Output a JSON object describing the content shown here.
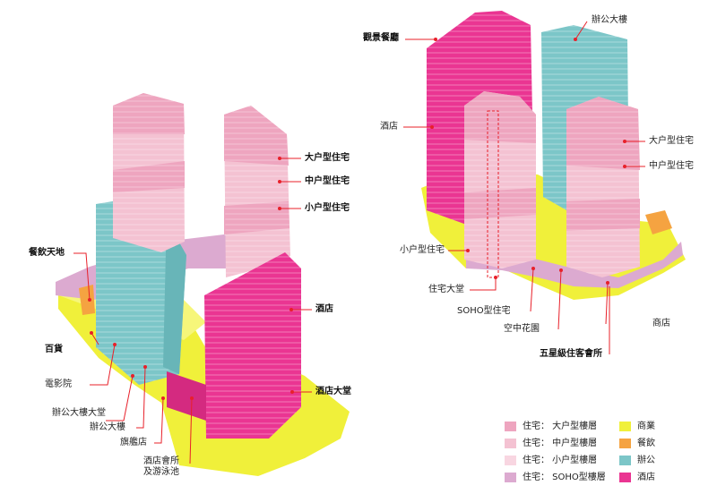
{
  "left_labels": {
    "large_unit": "大户型住宅",
    "medium_unit": "中户型住宅",
    "small_unit": "小户型住宅",
    "dining": "餐飲天地",
    "hotel": "酒店",
    "department_store": "百貨",
    "cinema": "電影院",
    "hotel_lobby": "酒店大堂",
    "office_lobby": "辦公大樓大堂",
    "office_tower": "辦公大樓",
    "flagship_store": "旗艦店",
    "hotel_club": "酒店會所\n及游泳池"
  },
  "right_labels": {
    "viewing_restaurant": "觀景餐廳",
    "office_tower": "辦公大樓",
    "hotel": "酒店",
    "large_unit": "大户型住宅",
    "medium_unit": "中户型住宅",
    "small_unit": "小户型住宅",
    "residential_lobby": "住宅大堂",
    "soho_unit": "SOHO型住宅",
    "sky_garden": "空中花園",
    "shop": "商店",
    "five_star_club": "五星級住客會所"
  },
  "legend": {
    "items": [
      {
        "label": "住宅：  大户型樓層",
        "color": "#eea5bf"
      },
      {
        "label": "住宅：  中户型樓層",
        "color": "#f4c2d2"
      },
      {
        "label": "住宅：  小户型樓層",
        "color": "#f8d6e1"
      },
      {
        "label": "住宅：  SOHO型樓層",
        "color": "#dcaad0"
      },
      {
        "label": "商業",
        "color": "#f0f03a"
      },
      {
        "label": "餐飲",
        "color": "#f5a341"
      },
      {
        "label": "辦公",
        "color": "#7cc6c8"
      },
      {
        "label": "酒店",
        "color": "#ea3592"
      }
    ]
  },
  "colors": {
    "hotel": "#ea3592",
    "office": "#7cc6c8",
    "retail": "#f0f03a",
    "dining": "#f5a341",
    "soho": "#dcaad0",
    "res_large": "#eea5bf",
    "res_medium": "#f4c2d2",
    "res_small": "#f8d6e1",
    "leader": "#e8202a"
  }
}
